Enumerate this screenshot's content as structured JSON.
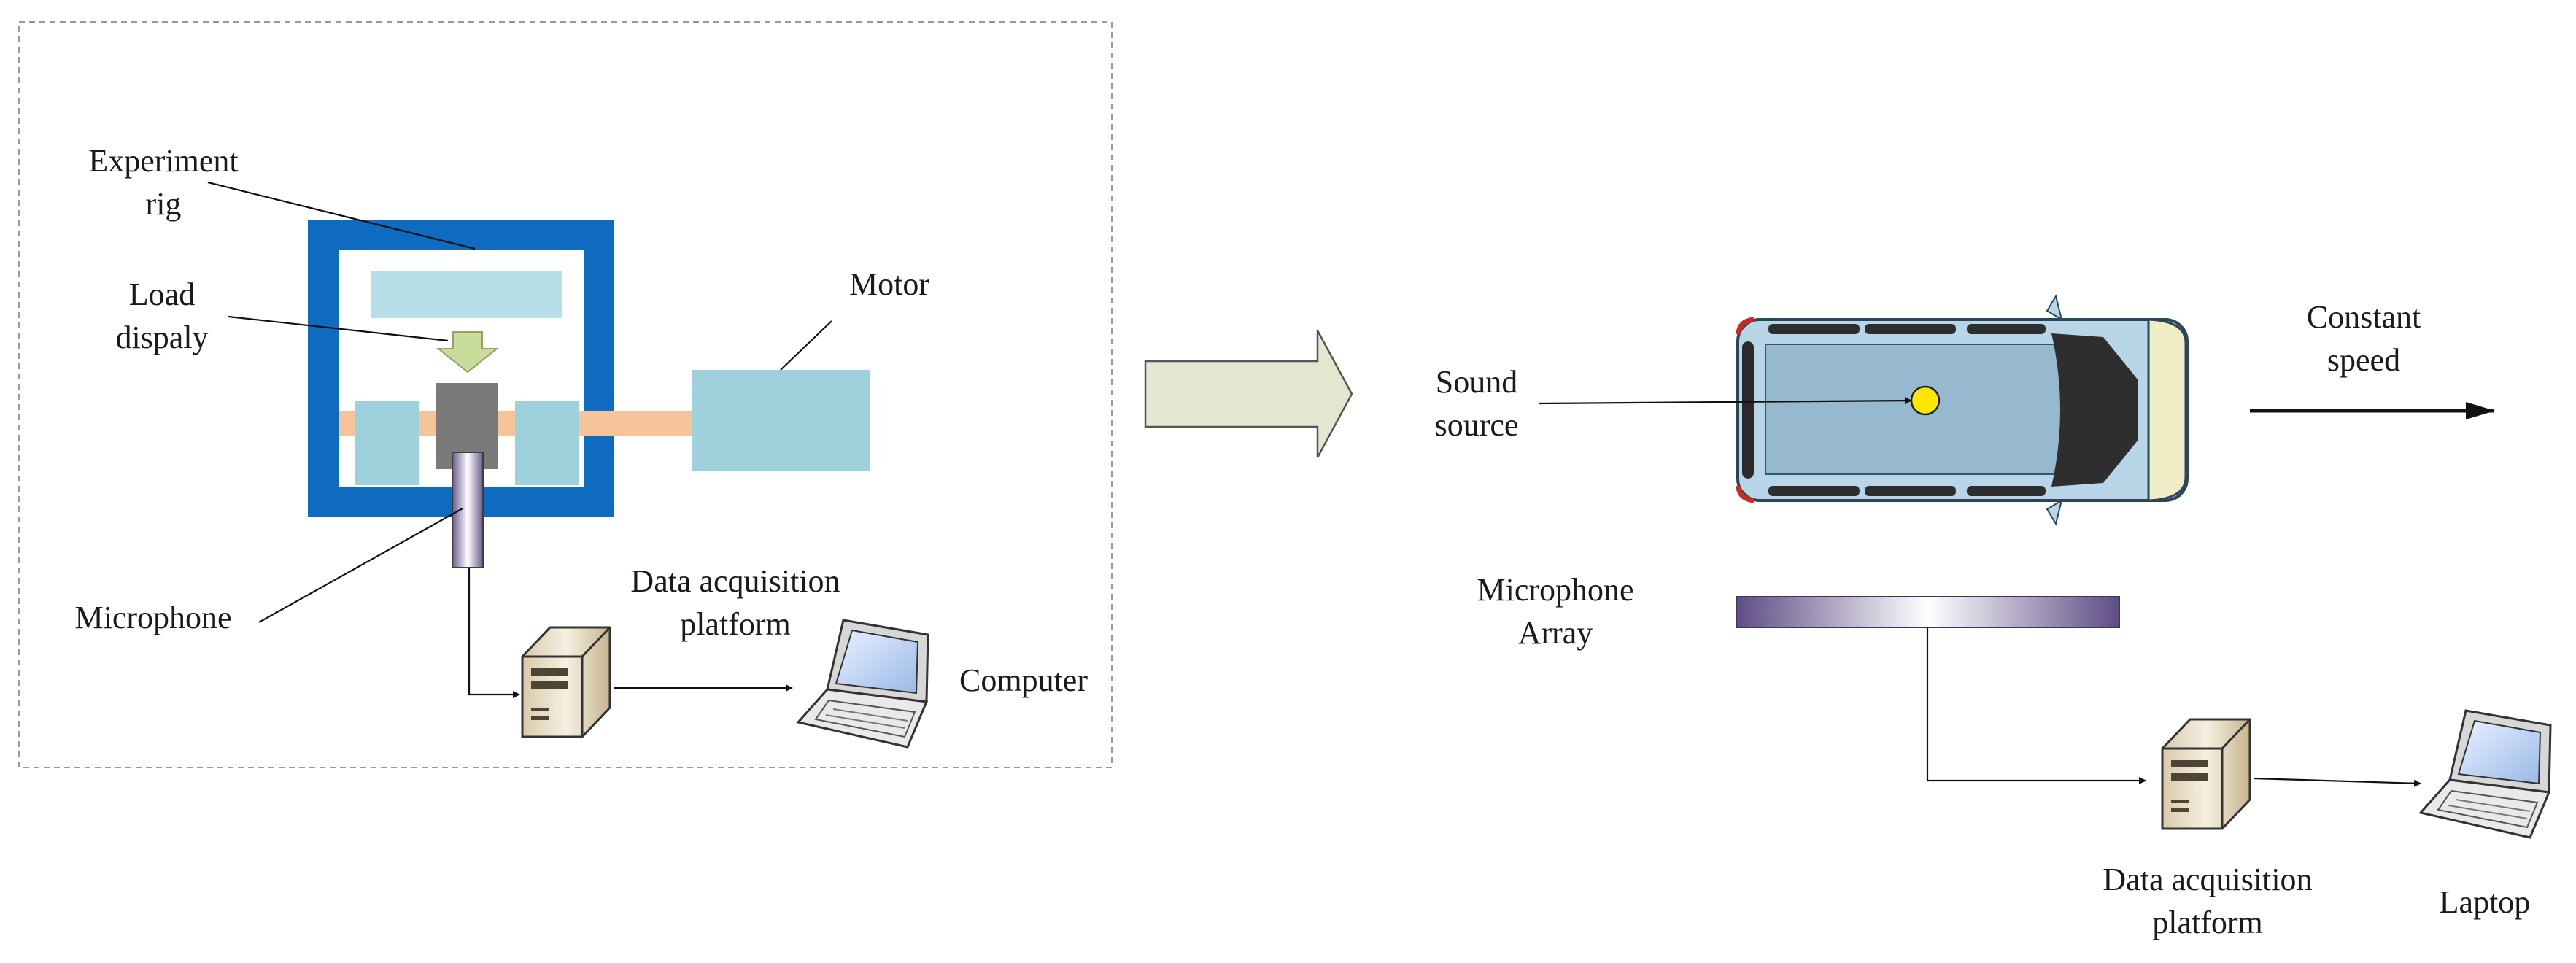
{
  "left_panel": {
    "labels": {
      "experiment_rig_1": "Experiment",
      "experiment_rig_2": "rig",
      "load_display_1": "Load",
      "load_display_2": "dispaly",
      "motor": "Motor",
      "microphone": "Microphone",
      "daq_1": "Data acquisition",
      "daq_2": "platform",
      "computer": "Computer"
    }
  },
  "right_panel": {
    "labels": {
      "sound_source_1": "Sound",
      "sound_source_2": "source",
      "constant_speed_1": "Constant",
      "constant_speed_2": "speed",
      "mic_array_1": "Microphone",
      "mic_array_2": "Array",
      "daq_1": "Data acquisition",
      "daq_2": "platform",
      "laptop": "Laptop"
    }
  },
  "colors": {
    "rig_frame": "#0f6bbf",
    "rig_component": "#9fd1dc",
    "shaft": "#f6c39a",
    "load_block": "#7a7a7a",
    "load_arrow": "#c9dc9c",
    "big_arrow": "#e2e8cf",
    "mic_array": "#7a679b",
    "sound_source": "#ffe600",
    "vehicle_body": "#b9d6e8"
  }
}
